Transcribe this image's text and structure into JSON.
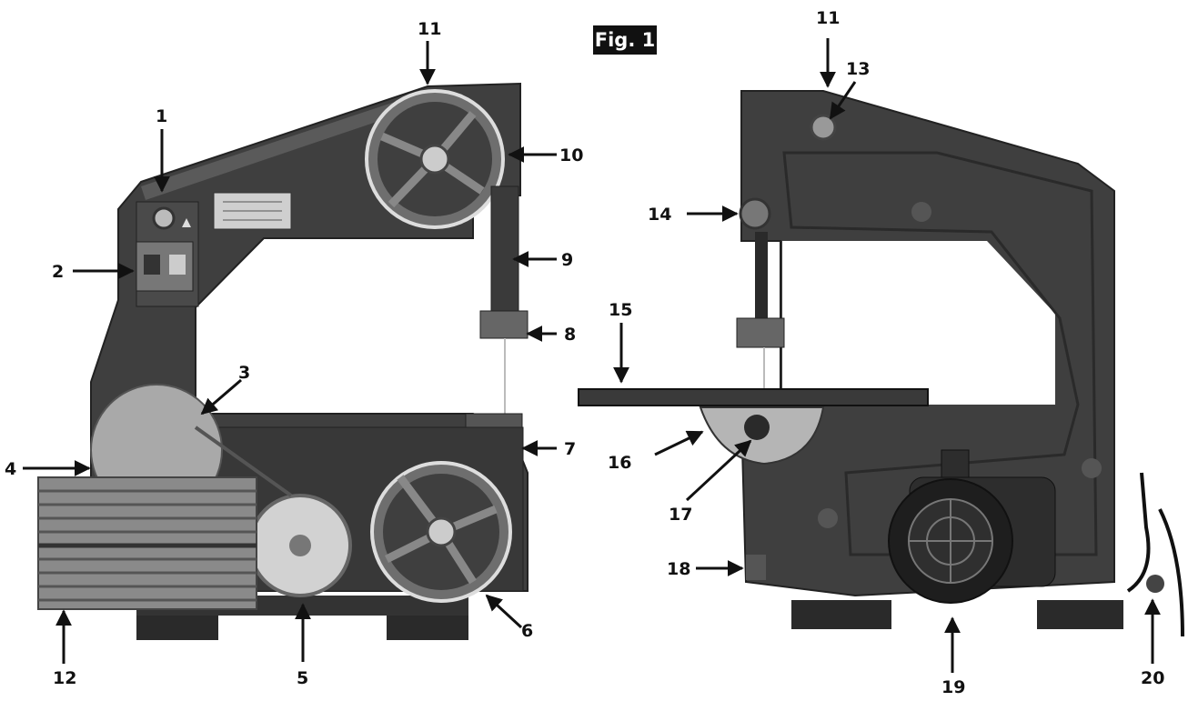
{
  "figure": {
    "label": "Fig. 1"
  },
  "callouts": {
    "c1": "1",
    "c2": "2",
    "c3": "3",
    "c4": "4",
    "c5": "5",
    "c6": "6",
    "c7": "7",
    "c8": "8",
    "c9": "9",
    "c10": "10",
    "c11_left": "11",
    "c11_right": "11",
    "c12": "12",
    "c13": "13",
    "c14": "14",
    "c15": "15",
    "c16": "16",
    "c17": "17",
    "c18": "18",
    "c19": "19",
    "c20": "20"
  },
  "colors": {
    "body": "#3f3f3f",
    "body_dark": "#2a2a2a",
    "body_light": "#5a5a5a",
    "wheel": "#6e6e6e",
    "guard": "#a9a9a9",
    "pulley": "#d2d2d2",
    "ink": "#111111"
  }
}
